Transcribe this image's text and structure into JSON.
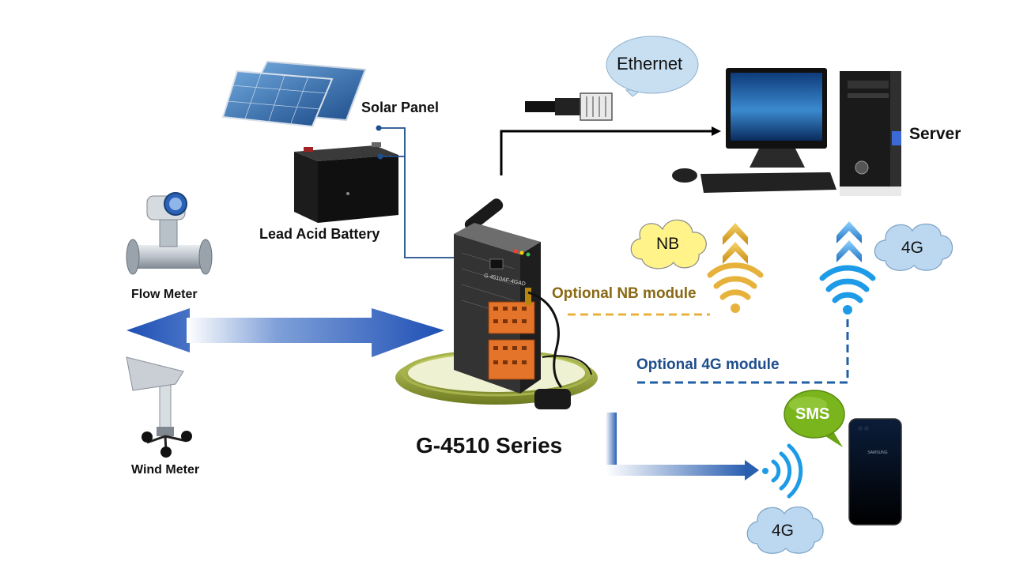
{
  "labels": {
    "solar_panel": "Solar Panel",
    "lead_acid_battery": "Lead Acid Battery",
    "flow_meter": "Flow Meter",
    "wind_meter": "Wind Meter",
    "device_series": "G-4510 Series",
    "server": "Server",
    "optional_nb": "Optional NB module",
    "optional_4g": "Optional 4G module"
  },
  "bubbles": {
    "ethernet": "Ethernet",
    "nb": "NB",
    "cloud_4g_top": "4G",
    "cloud_4g_bottom": "4G",
    "sms": "SMS"
  },
  "device": {
    "model_text": "G-4510AF-4GAD",
    "phone_brand": "SAMSUNG"
  },
  "colors": {
    "nb_accent": "#e7b23c",
    "nb_text": "#8a6914",
    "g4_blue": "#1f5fa6",
    "cloud_fill": "#bcd8f0",
    "nb_cloud_fill": "#fff38a",
    "sms_green": "#7ab51d",
    "device_base": "#9aa83a"
  },
  "icons": {
    "solar": "solar-panel-icon",
    "battery": "battery-icon",
    "flow": "flow-meter-icon",
    "wind": "wind-meter-icon",
    "server": "desktop-server-icon",
    "phone": "smartphone-icon",
    "rj45": "ethernet-plug-icon",
    "wifi": "wireless-signal-icon"
  }
}
